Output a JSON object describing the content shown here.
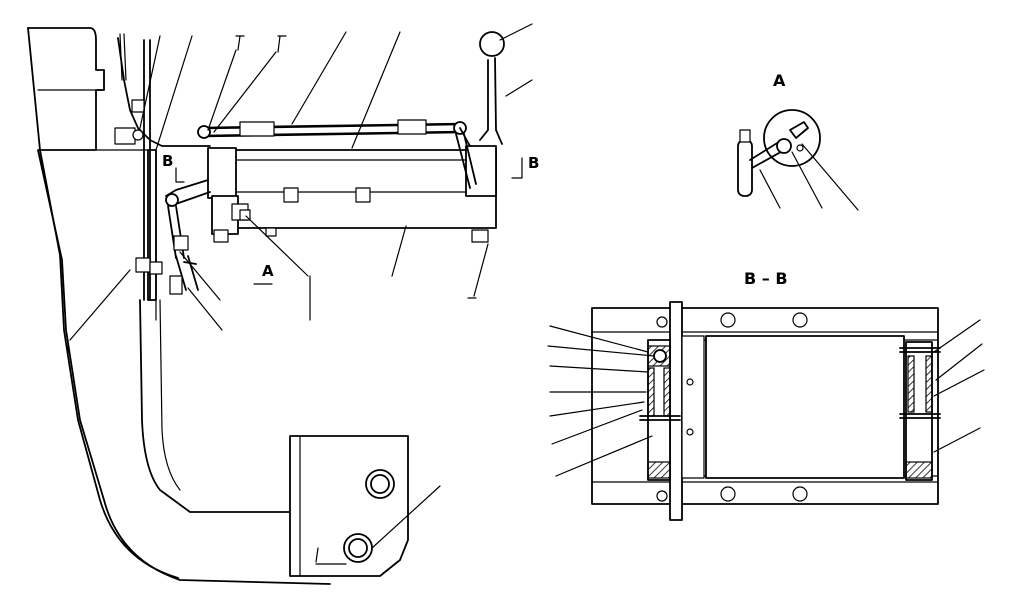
{
  "labels": {
    "view_a_title": "A",
    "section_bb_title": "B – B",
    "mark_b_left": "B",
    "mark_b_right": "B",
    "mark_a_arrow": "A"
  },
  "colors": {
    "ink": "#000000",
    "paper": "#ffffff"
  }
}
